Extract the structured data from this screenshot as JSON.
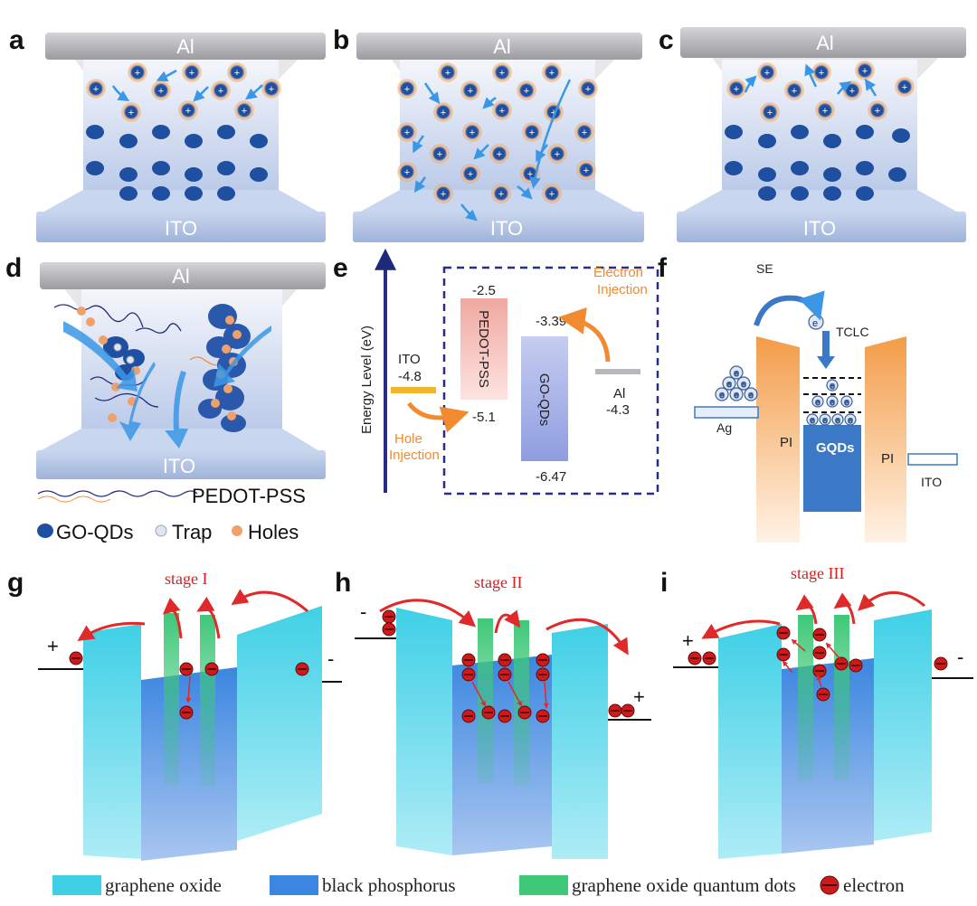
{
  "panels": {
    "a": {
      "label": "a",
      "top": "Al",
      "bottom": "ITO"
    },
    "b": {
      "label": "b",
      "top": "Al",
      "bottom": "ITO"
    },
    "c": {
      "label": "c",
      "top": "Al",
      "bottom": "ITO"
    },
    "d": {
      "label": "d",
      "top": "Al",
      "bottom": "ITO",
      "legend": {
        "pedot": "PEDOT-PSS",
        "goqds": "GO-QDs",
        "trap": "Trap",
        "holes": "Holes"
      }
    },
    "e": {
      "label": "e",
      "y_axis": "Energy Level (eV)",
      "ito_name": "ITO",
      "ito_value": "-4.8",
      "pedot_name": "PEDOT-PSS",
      "pedot_top": "-2.5",
      "pedot_bottom": "-5.1",
      "goqds_name": "GO-QDs",
      "goqds_top": "-3.39",
      "goqds_bottom": "-6.47",
      "al_name": "Al",
      "al_value": "-4.3",
      "hole_injection_1": "Hole",
      "hole_injection_2": "Injection",
      "electron_injection_1": "Electron",
      "electron_injection_2": "Injection"
    },
    "f": {
      "label": "f",
      "se": "SE",
      "tclc": "TCLC",
      "electron": "e",
      "ag": "Ag",
      "pi_left": "PI",
      "pi_right": "PI",
      "gqds": "GQDs",
      "ito": "ITO"
    },
    "g": {
      "label": "g",
      "stage": "stage I",
      "plus": "+",
      "minus": "-"
    },
    "h": {
      "label": "h",
      "stage": "stage II",
      "plus": "+",
      "minus": "-"
    },
    "i": {
      "label": "i",
      "stage": "stage III",
      "plus": "+",
      "minus": "-"
    }
  },
  "legend": {
    "graphene_oxide": "graphene oxide",
    "black_phosphorus": "black phosphorus",
    "gqds": "graphene oxide quantum dots",
    "electron": "electron"
  },
  "colors": {
    "graphene_oxide": "#3fd0e6",
    "black_phosphorus": "#3b86e0",
    "gqds": "#3ec878",
    "electron": "#d01a1a",
    "arrow_red": "#e02a2a",
    "accent_orange": "#f28a2f",
    "qd_blue": "#1f4fa0"
  }
}
